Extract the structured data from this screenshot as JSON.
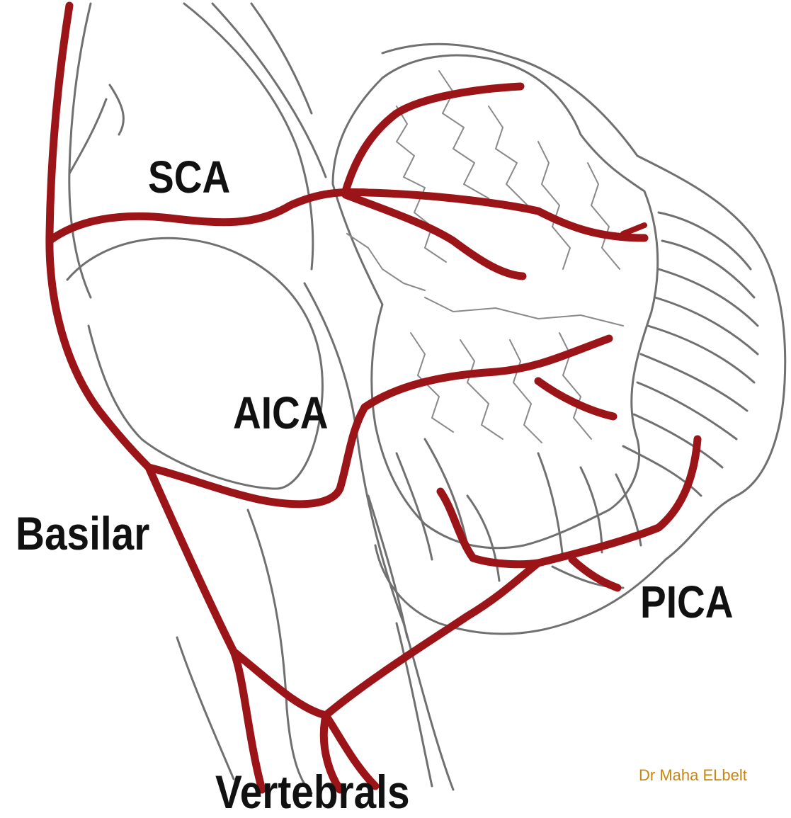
{
  "diagram": {
    "labels": {
      "sca": "SCA",
      "aica": "AICA",
      "basilar": "Basilar",
      "pica": "PICA",
      "vertebrals": "Vertebrals"
    },
    "credit": "Dr Maha ELbelt",
    "colors": {
      "artery": "#9b1418",
      "outline": "#707070",
      "label": "#111111",
      "credit": "#c8860e"
    }
  }
}
